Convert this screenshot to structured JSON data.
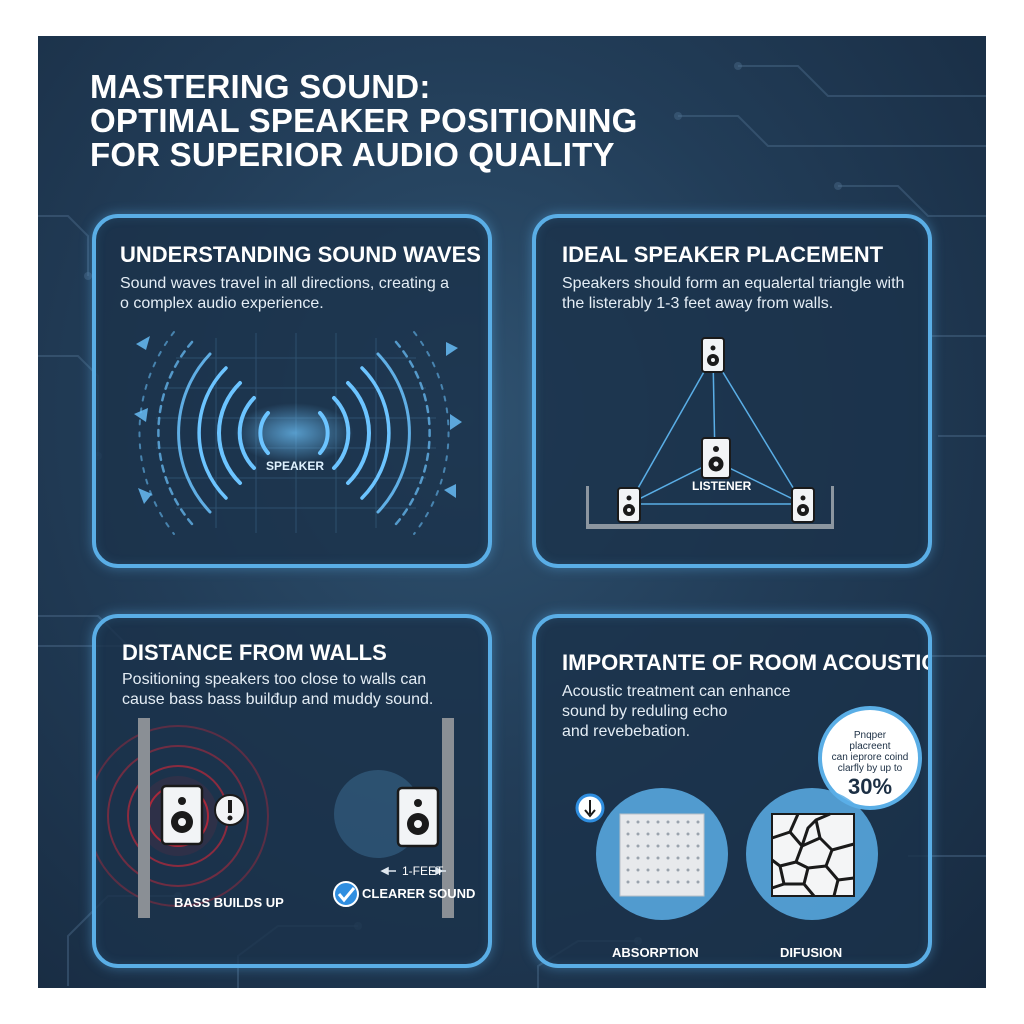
{
  "title": {
    "line1": "MASTERING SOUND:",
    "line2": "OPTIMAL SPEAKER POSITIONING",
    "line3": "FOR SUPERIOR AUDIO QUALITY"
  },
  "panels": {
    "sound_waves": {
      "heading": "UNDERSTANDING SOUND WAVES",
      "text_line1": "Sound waves travel in all directions, creating a",
      "text_line2": "o complex audio experience.",
      "speaker_label": "SPEAKER"
    },
    "placement": {
      "heading": "IDEAL SPEAKER PLACEMENT",
      "text_line1": "Speakers should form an equalertal triangle with",
      "text_line2": "the listerably 1-3 feet away from walls.",
      "listener_label": "LISTENER"
    },
    "walls": {
      "heading": "DISTANCE FROM WALLS",
      "text_line1": "Positioning speakers too close to walls can",
      "text_line2": "cause bass bass builđup and muddy sound.",
      "bass_label": "BASS BUILDS UP",
      "distance_label": "1-FEET",
      "clear_label": "CLEARER SOUND"
    },
    "acoustics": {
      "heading": "IMPORTANTE OF ROOM ACOUSTICS",
      "text_line1": "Acoustic treatment can enhance",
      "text_line2": "sound by reduling echo",
      "text_line3": "and revebebation.",
      "badge_line1": "Pnqper",
      "badge_line2": "placreent",
      "badge_line3": "can ieprore coind",
      "badge_line4": "clarfly by up to",
      "badge_value": "30%",
      "absorption_label": "ABSORPTION",
      "diffusion_label": "DIFUSION"
    }
  },
  "colors": {
    "accent": "#5aaee6",
    "background": "#223d58",
    "warning": "#c0283a",
    "check": "#2f8ee0"
  }
}
